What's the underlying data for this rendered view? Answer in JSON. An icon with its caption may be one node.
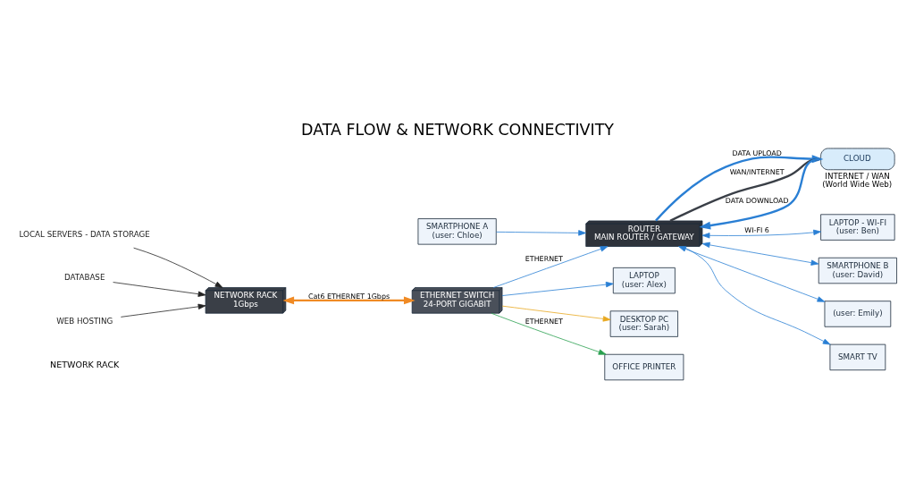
{
  "diagram": {
    "title": "DATA FLOW & NETWORK CONNECTIVITY",
    "nodes": [
      {
        "text": [
          "NETWORK RACK",
          "1Gbps"
        ]
      },
      {
        "text": [
          "LOCAL SERVERS - DATA STORAGE"
        ]
      },
      {
        "text": [
          "DATABASE"
        ]
      },
      {
        "text": [
          "WEB HOSTING"
        ]
      },
      {
        "text": [
          "ETHERNET SWITCH",
          "24-PORT GIGABIT"
        ]
      },
      {
        "text": [
          "ROUTER",
          "MAIN ROUTER / GATEWAY"
        ]
      },
      {
        "text": [
          "CLOUD"
        ],
        "beside": [
          "INTERNET / WAN",
          "(World Wide Web)"
        ]
      },
      {
        "text": [
          "LAPTOP - WI-FI",
          "(user: Ben)"
        ]
      },
      {
        "text": [
          "LAPTOP",
          "(user: Alex)"
        ]
      },
      {
        "text": [
          "DESKTOP PC",
          "(user: Sarah)"
        ]
      },
      {
        "text": [
          "OFFICE PRINTER"
        ]
      },
      {
        "text": [
          "SMARTPHONE A",
          "(user: Chloe)"
        ]
      },
      {
        "text": [
          "SMARTPHONE B",
          "(user: David)"
        ]
      },
      {
        "text": [
          "(user: Emily)"
        ]
      },
      {
        "text": [
          "SMART TV"
        ]
      }
    ],
    "edges": [
      {
        "from": 1,
        "to": 0,
        "arrow": "to",
        "color": "#222222"
      },
      {
        "from": 2,
        "to": 0,
        "arrow": "to",
        "color": "#222222"
      },
      {
        "from": 3,
        "to": 0,
        "arrow": "to",
        "color": "#222222"
      },
      {
        "from": 0,
        "to": 4,
        "arrow": "both",
        "label": "Cat6 ETHERNET 1Gbps",
        "style": "thick",
        "color": "#f08a24"
      },
      {
        "from": 4,
        "to": 5,
        "arrow": "to",
        "label": "ETHERNET"
      },
      {
        "from": 4,
        "to": 8,
        "arrow": "to"
      },
      {
        "from": 4,
        "to": 9,
        "arrow": "to",
        "color": "#e8a820"
      },
      {
        "from": 4,
        "to": 10,
        "arrow": "to",
        "label": "ETHERNET",
        "color": "#2aa050"
      },
      {
        "from": 5,
        "to": 6,
        "arrow": "to",
        "label": "DATA UPLOAD",
        "style": "thick"
      },
      {
        "from": 5,
        "to": 6,
        "arrow": "none",
        "label": "WAN/INTERNET",
        "style": "thick",
        "color": "#3a3f47"
      },
      {
        "from": 6,
        "to": 5,
        "arrow": "to",
        "label": "DATA DOWNLOAD",
        "style": "thick"
      },
      {
        "from": 5,
        "to": 7,
        "arrow": "both",
        "label": "WI-FI 6"
      },
      {
        "from": 11,
        "to": 5,
        "arrow": "to"
      },
      {
        "from": 5,
        "to": 12,
        "arrow": "both"
      },
      {
        "from": 5,
        "to": 13,
        "arrow": "both"
      },
      {
        "from": 5,
        "to": 14,
        "arrow": "to"
      }
    ],
    "labels": [
      "NETWORK RACK"
    ]
  }
}
